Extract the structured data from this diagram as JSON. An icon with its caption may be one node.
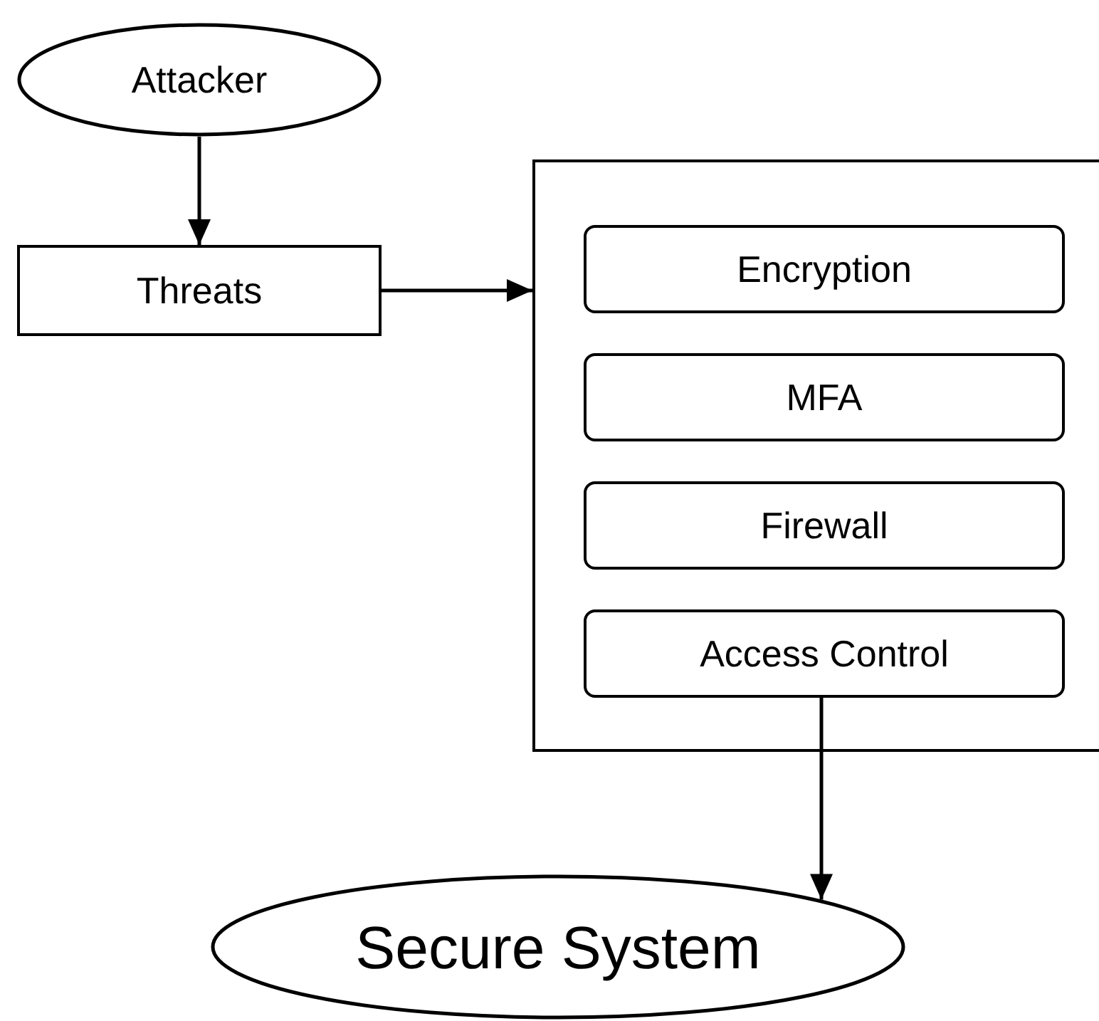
{
  "diagram": {
    "nodes": [
      {
        "text": [
          "Attacker"
        ]
      },
      {
        "text": [
          "Threats"
        ]
      },
      {
        "text": [],
        "shape": "box"
      },
      {
        "text": [
          "Encryption"
        ],
        "in": 2
      },
      {
        "text": [
          "MFA"
        ],
        "in": 2
      },
      {
        "text": [
          "Firewall"
        ],
        "in": 2
      },
      {
        "text": [
          "Access Control"
        ],
        "in": 2
      },
      {
        "text": [
          "Secure System"
        ]
      }
    ],
    "edges": [
      {
        "from": 0,
        "to": 1,
        "arrow": "to"
      },
      {
        "from": 1,
        "to": 2,
        "arrow": "to"
      },
      {
        "from": 6,
        "to": 7,
        "arrow": "to"
      }
    ]
  }
}
